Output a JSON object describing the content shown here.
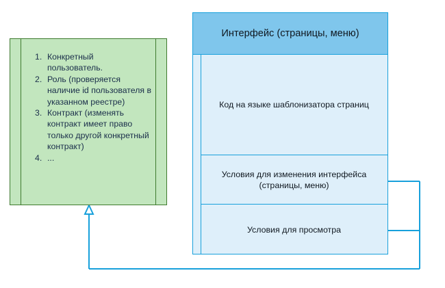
{
  "diagram": {
    "title": "Generalization between access rules and interface",
    "colors": {
      "green_fill": "#C2E6BE",
      "green_stroke": "#3E7A2E",
      "blue_header_fill": "#7FC6EC",
      "blue_body_fill": "#DEEFFA",
      "blue_stroke": "#17A0DB",
      "text": "#101820",
      "background": "#FFFFFF"
    }
  },
  "green_node": {
    "name": "access-rules-node",
    "items": [
      {
        "num": "1.",
        "text": "Конкретный пользователь."
      },
      {
        "num": "2.",
        "text": "Роль (проверяется наличие id пользователя в указанном реестре)"
      },
      {
        "num": "3.",
        "text": "Контракт (изменять контракт имеет право только другой конкретный контракт)"
      },
      {
        "num": "4.",
        "text": "..."
      }
    ]
  },
  "blue_node": {
    "header": "Интерфейс (страницы, меню)",
    "compartments": [
      {
        "label": "Код на языке шаблонизатора страниц"
      },
      {
        "label": "Условия для изменения интерфейса (страницы, меню)"
      },
      {
        "label": "Условия для просмотра"
      }
    ]
  },
  "connector": {
    "type": "generalization",
    "arrowhead": "open-triangle",
    "stroke": "#17A0DB"
  }
}
